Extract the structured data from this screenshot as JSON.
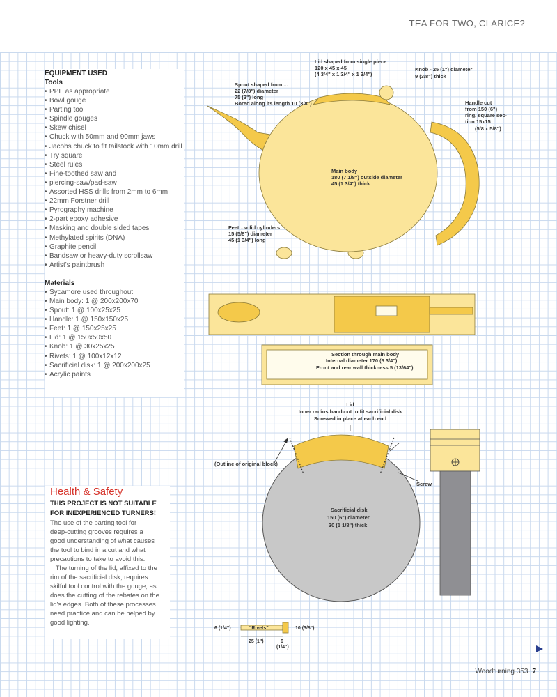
{
  "header": {
    "title": "TEA FOR TWO, CLARICE?"
  },
  "equipment": {
    "heading": "EQUIPMENT USED",
    "tools_heading": "Tools",
    "tools": [
      "PPE as appropriate",
      "Bowl gouge",
      "Parting tool",
      "Spindle gouges",
      "Skew chisel",
      "Chuck with 50mm and 90mm jaws",
      "Jacobs chuck to fit tailstock with 10mm drill",
      "Try square",
      "Steel rules",
      "Fine-toothed saw and",
      "piercing-saw/pad-saw",
      "Assorted HSS drills from 2mm to 6mm",
      "22mm Forstner drill",
      "Pyrography machine",
      "2-part epoxy adhesive",
      "Masking and double sided tapes",
      "Methylated spirits (DNA)",
      "Graphite pencil",
      "Bandsaw or heavy-duty scrollsaw",
      "Artist's paintbrush"
    ],
    "materials_heading": "Materials",
    "materials": [
      "Sycamore used throughout",
      "Main body: 1 @ 200x200x70",
      "Spout: 1 @ 100x25x25",
      "Handle: 1 @ 150x150x25",
      "Feet: 1 @ 150x25x25",
      "Lid: 1 @ 150x50x50",
      "Knob: 1 @ 30x25x25",
      "Rivets: 1 @ 100x12x12",
      "Sacrificial disk: 1 @ 200x200x25",
      "Acrylic paints"
    ]
  },
  "health_safety": {
    "title": "Health & Safety",
    "warning_line1": "THIS PROJECT IS NOT SUITABLE",
    "warning_line2": "FOR INEXPERIENCED TURNERS!",
    "para_lines": [
      "The use of the parting tool for",
      "deep-cutting grooves requires a",
      "good understanding of what causes",
      "the tool to bind in a cut and what",
      "precautions to take to avoid this.",
      "   The turning of the lid, affixed to the",
      "rim of the sacrificial disk, requires",
      "skilful tool control with the gouge, as",
      "does the cutting of the rebates on the",
      "lid's edges. Both of these processes",
      "need practice and can be helped by",
      "good lighting."
    ]
  },
  "diagram": {
    "lid_label": [
      "Lid shaped from single piece",
      "120 x 45 x 45",
      "(4 3/4\" x 1 3/4\" x 1 3/4\")"
    ],
    "knob_label": [
      "Knob - 25 (1\") diameter",
      "9 (3/8\") thick"
    ],
    "spout_label": [
      "Spout shaped from....",
      "22 (7/8\") diameter",
      "75 (3\") long",
      "Bored along its length 10 (3/8\")"
    ],
    "handle_label": [
      "Handle cut",
      "from 150 (6\")",
      "ring, square sec-",
      "tion 15x15",
      "(5/8 x 5/8\")"
    ],
    "body_label": [
      "Main body",
      "180 (7 1/8\") outside diameter",
      "45 (1 3/4\") thick"
    ],
    "feet_label": [
      "Feet...solid cylinders",
      "15 (5/8\") diameter",
      "45 (1 3/4\") long"
    ],
    "section_label": [
      "Section through main body",
      "Internal diameter 170 (6 3/4\")",
      "Front and rear wall thickness 5 (13/64\")"
    ],
    "lid2_label": [
      "Lid",
      "Inner radius hand-cut to fit sacrificial disk",
      "Screwed in place at each end"
    ],
    "outline_label": "(Outline of original block)",
    "screw_label": "Screw",
    "disk_label": [
      "Sacrificial disk",
      "150 (6\") diameter",
      "30 (1 1/8\") thick"
    ],
    "rivets_label": "\"Rivets\"",
    "dim_left": "6 (1/4\")",
    "dim_right": "10 (3/8\")",
    "dim_length": "25 (1\")",
    "dim_head": [
      "6",
      "(1/4\")"
    ],
    "colors": {
      "wood": "#fbe59a",
      "wood_dark": "#f4c94a",
      "outline": "#8a7a3a",
      "disk": "#c8c8c8",
      "tool": "#8f8f93"
    }
  },
  "footer": {
    "magazine": "Woodturning 353",
    "page": "7"
  }
}
